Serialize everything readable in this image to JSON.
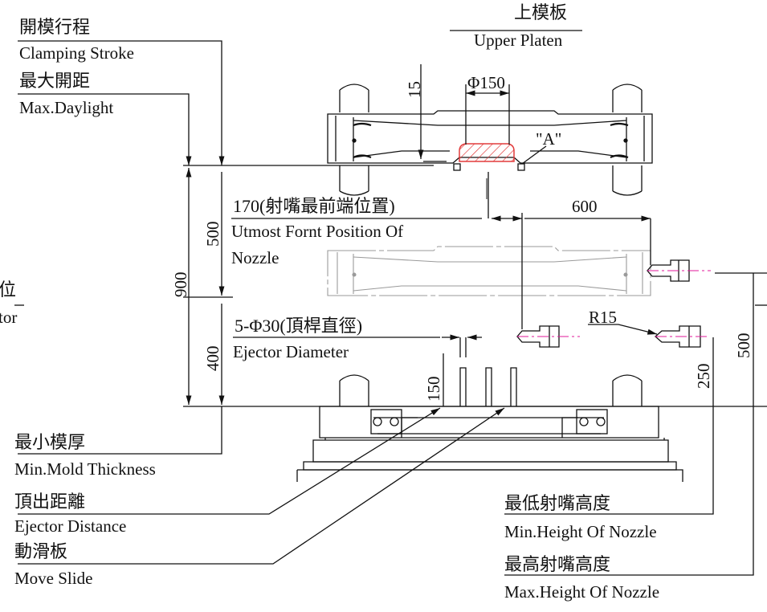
{
  "labels": {
    "clamp_zh": "開模行程",
    "clamp_en": "Clamping Stroke",
    "daylight_zh": "最大開距",
    "daylight_en": "Max.Daylight",
    "upper_zh": "上模板",
    "upper_en": "Upper Platen",
    "nozzle_zh": "170(射嘴最前端位置)",
    "nozzle_en1": "Utmost Fornt Position Of",
    "nozzle_en2": "Nozzle",
    "ejdia_zh": "5-Φ30(頂桿直徑)",
    "ejdia_en": "Ejector  Diameter",
    "minmold_zh": "最小模厚",
    "minmold_en": "Min.Mold Thickness",
    "ejdist_zh": "頂出距離",
    "ejdist_en": "Ejector Distance",
    "slide_zh": "動滑板",
    "slide_en": "Move Slide",
    "minnoz_zh": "最低射嘴高度",
    "minnoz_en": "Min.Height Of Nozzle",
    "maxnoz_zh": "最高射嘴高度",
    "maxnoz_en": "Max.Height Of Nozzle",
    "left_cut_zh": "位",
    "left_cut_en": "tor",
    "detail_a": "\"A\""
  },
  "dimensions": {
    "d15": "15",
    "phi150": "Φ150",
    "d600": "600",
    "d500_left": "500",
    "d900": "900",
    "d400": "400",
    "d150": "150",
    "d250": "250",
    "d500_right": "500",
    "r15": "R15"
  },
  "colors": {
    "line": "#111111",
    "ghost": "#9a9a9a",
    "center": "#e0189a",
    "hatch": "#e23b3b"
  }
}
